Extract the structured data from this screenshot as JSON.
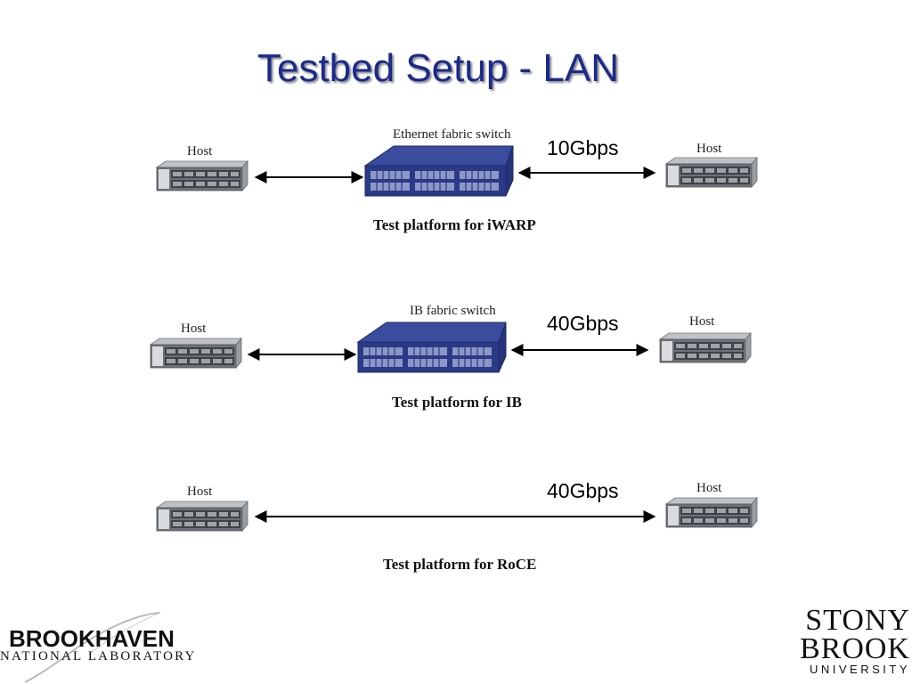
{
  "slide": {
    "title": "Testbed Setup - LAN"
  },
  "platforms": [
    {
      "switch_label": "Ethernet fabric switch",
      "speed": "10Gbps",
      "caption": "Test platform for iWARP",
      "left_host": "Host",
      "right_host": "Host"
    },
    {
      "switch_label": "IB fabric switch",
      "speed": "40Gbps",
      "caption": "Test platform for IB",
      "left_host": "Host",
      "right_host": "Host"
    },
    {
      "speed": "40Gbps",
      "caption": "Test platform for RoCE",
      "left_host": "Host",
      "right_host": "Host"
    }
  ],
  "logos": {
    "brookhaven": {
      "name": "BROOKHAVEN",
      "sub": "NATIONAL LABORATORY"
    },
    "stony_brook": {
      "line1": "STONY",
      "line2": "BROOK",
      "line3": "UNIVERSITY"
    }
  },
  "colors": {
    "title": "#1a2a8c",
    "switch_body": "#2a3a86",
    "logo_red": "#c0282d",
    "logo_blue": "#1f4e9c"
  }
}
